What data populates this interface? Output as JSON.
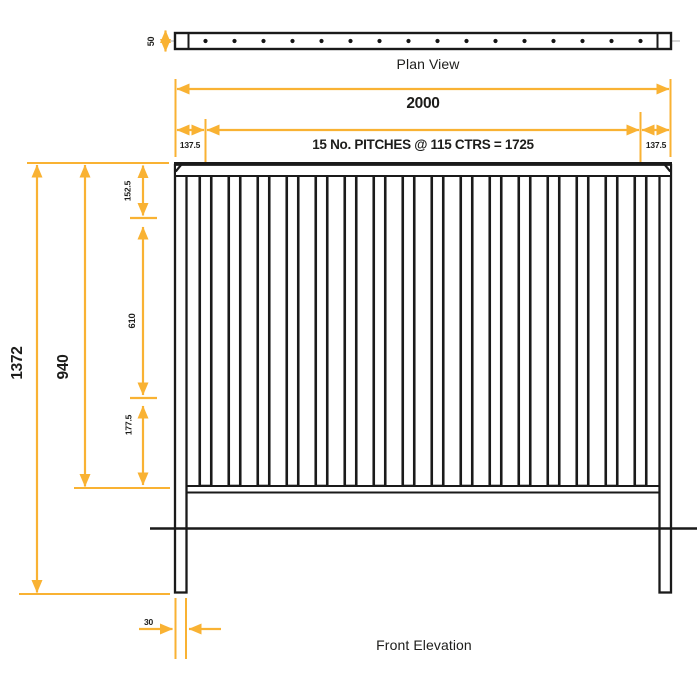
{
  "colors": {
    "dimension_accent": "#F9B233",
    "linework": "#1A1A1A",
    "label_text": "#1D1D1B",
    "centerline_gray": "#C8C8C8"
  },
  "plan_view": {
    "label": "Plan View",
    "rail_depth": "50",
    "bar_dot_count": 16
  },
  "front_elevation": {
    "label": "Front Elevation",
    "bar_count": 16,
    "dimensions": {
      "overall_width": "2000",
      "pitch_note": "15 No. PITCHES @ 115 CTRS = 1725",
      "left_end_offset": "137.5",
      "right_end_offset": "137.5",
      "overall_height": "1372",
      "infill_height": "940",
      "top_spacing": "152.5",
      "mid_spacing": "610",
      "bottom_spacing": "177.5",
      "post_width": "30"
    }
  }
}
